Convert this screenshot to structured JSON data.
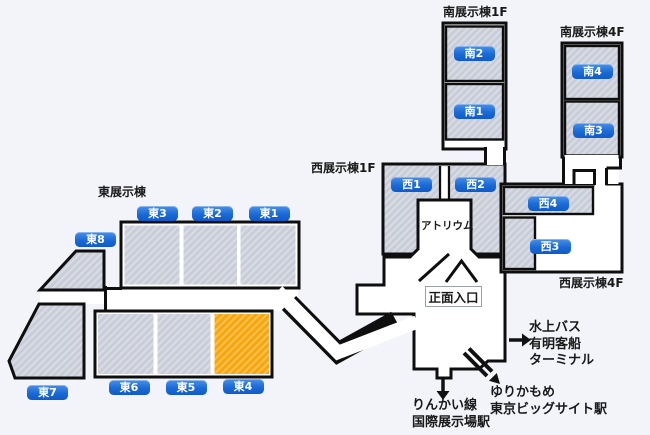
{
  "page": {
    "background": "#f2f4f9"
  },
  "colors": {
    "outline": "#0e0e0e",
    "hall_grey": "#c9cdd8",
    "hall_grey_stripe": "#d9dce4",
    "highlight_orange": "#f8a512",
    "highlight_orange_stripe": "#fcc24e",
    "badge_blue": "#1b6ad6"
  },
  "buildings": {
    "south_1f": "南展示棟1F",
    "south_4f": "南展示棟4F",
    "west_1f": "西展示棟1F",
    "west_4f": "西展示棟4F",
    "east": "東展示棟",
    "atrium": "アトリウム",
    "entrance": "正面入口"
  },
  "badges": [
    {
      "id": "south2",
      "label": "南2"
    },
    {
      "id": "south1",
      "label": "南1"
    },
    {
      "id": "south4",
      "label": "南4"
    },
    {
      "id": "south3",
      "label": "南3"
    },
    {
      "id": "west1",
      "label": "西1"
    },
    {
      "id": "west2",
      "label": "西2"
    },
    {
      "id": "west4",
      "label": "西4"
    },
    {
      "id": "west3",
      "label": "西3"
    },
    {
      "id": "east3",
      "label": "東3"
    },
    {
      "id": "east2",
      "label": "東2"
    },
    {
      "id": "east1",
      "label": "東1"
    },
    {
      "id": "east8",
      "label": "東8"
    },
    {
      "id": "east7",
      "label": "東7"
    },
    {
      "id": "east6",
      "label": "東6"
    },
    {
      "id": "east5",
      "label": "東5"
    },
    {
      "id": "east4",
      "label": "東4"
    }
  ],
  "highlighted_hall": "東4",
  "transit": {
    "water_bus": {
      "lines": [
        "水上バス",
        "有明客船",
        "ターミナル"
      ]
    },
    "rinkai": {
      "lines": [
        "りんかい線",
        "国際展示場駅"
      ]
    },
    "yurikamome": {
      "lines": [
        "ゆりかもめ",
        "東京ビッグサイト駅"
      ]
    }
  }
}
